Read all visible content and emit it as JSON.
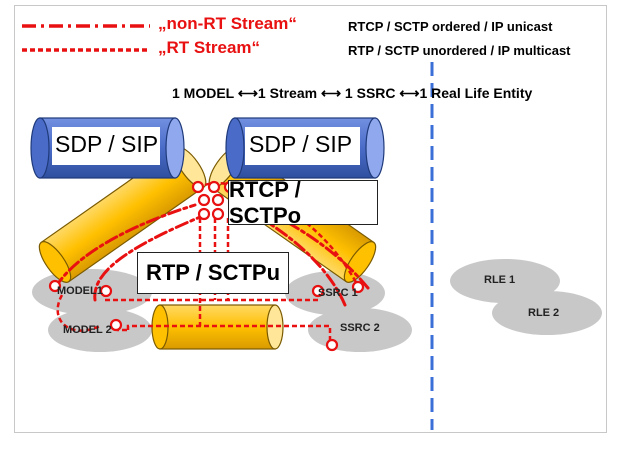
{
  "legend": {
    "non_rt_label": "„non-RT Stream“",
    "non_rt_desc": "RTCP / SCTP ordered / IP unicast",
    "rt_label": "„RT Stream“",
    "rt_desc": "RTP / SCTP unordered / IP multicast"
  },
  "mapping_text": "1 MODEL ⟷1 Stream ⟷ 1 SSRC ⟷1 Real Life Entity",
  "sdp_left": "SDP / SIP",
  "sdp_right": "SDP / SIP",
  "rtcp_box": "RTCP / SCTPo",
  "rtp_box": "RTP / SCTPu",
  "nodes": {
    "model1": "MODEL1",
    "model2": "MODEL 2",
    "ssrc1": "SSRC 1",
    "ssrc2": "SSRC 2",
    "rle1": "RLE 1",
    "rle2": "RLE 2"
  },
  "colors": {
    "stream_line": "#e81010",
    "pipe_fill": "#ffc000",
    "sdp_fill": "#4f6fc7",
    "divider": "#3b6fd8",
    "node_fill": "#c8c8c8"
  }
}
